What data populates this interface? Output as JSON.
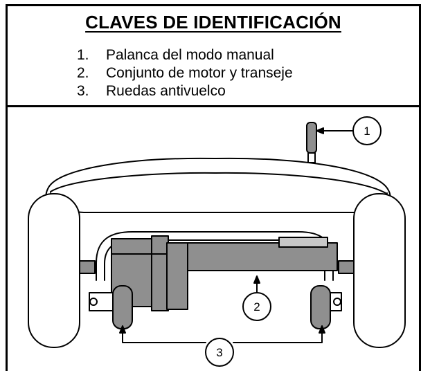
{
  "legend": {
    "title": "CLAVES DE IDENTIFICACIÓN",
    "items": [
      {
        "number": "1.",
        "label": "Palanca del modo manual"
      },
      {
        "number": "2.",
        "label": "Conjunto de motor y transeje"
      },
      {
        "number": "3.",
        "label": "Ruedas antivuelco"
      }
    ]
  },
  "callouts": {
    "c1": "1",
    "c2": "2",
    "c3": "3"
  },
  "colors": {
    "line": "#000000",
    "motor_gray": "#8f8f8f",
    "light_gray": "#c8c8c8",
    "background": "#ffffff"
  }
}
